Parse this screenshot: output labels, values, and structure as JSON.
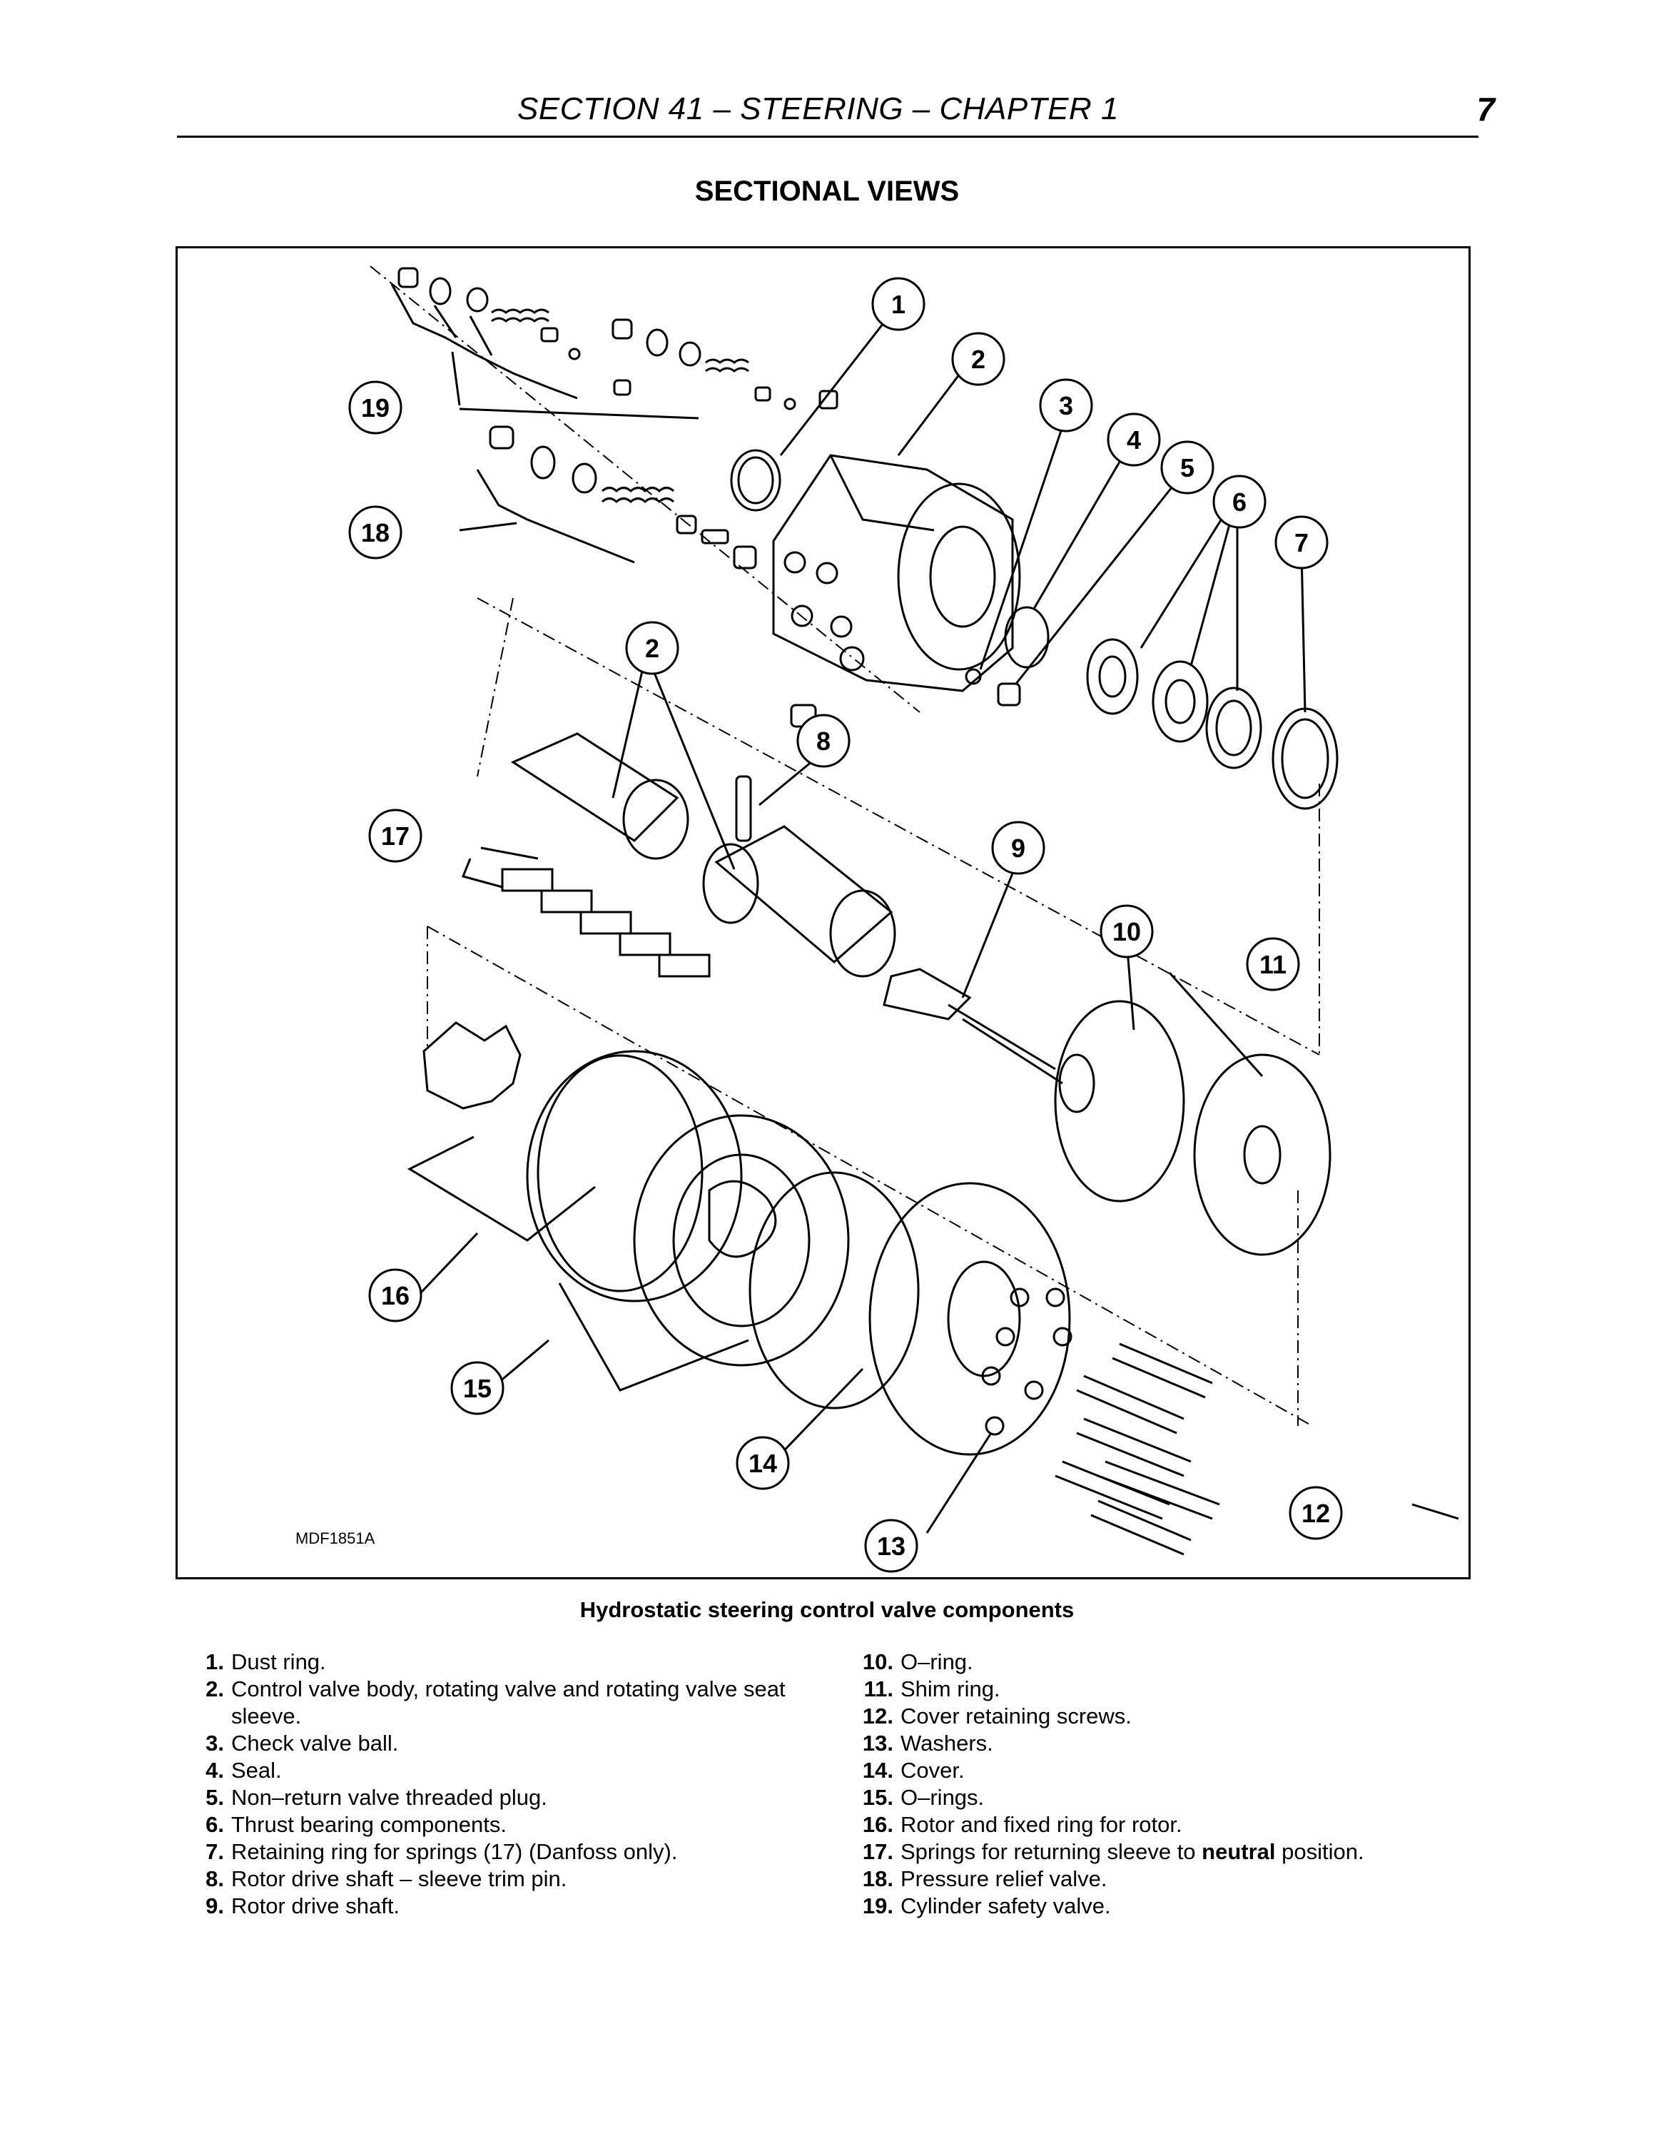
{
  "header": {
    "title": "SECTION 41 – STEERING – CHAPTER 1",
    "page_number": "7"
  },
  "section_heading": "SECTIONAL VIEWS",
  "figure": {
    "id": "MDF1851A",
    "caption": "Hydrostatic steering control valve components",
    "callouts": [
      "1",
      "2",
      "3",
      "4",
      "5",
      "6",
      "7",
      "2",
      "8",
      "9",
      "10",
      "11",
      "12",
      "13",
      "14",
      "15",
      "16",
      "17",
      "18",
      "19"
    ]
  },
  "legend": {
    "left": [
      {
        "num": "1.",
        "text": "Dust ring."
      },
      {
        "num": "2.",
        "text": "Control valve body, rotating valve and rotating valve seat sleeve."
      },
      {
        "num": "3.",
        "text": "Check valve ball."
      },
      {
        "num": "4.",
        "text": "Seal."
      },
      {
        "num": "5.",
        "text": "Non–return valve threaded plug."
      },
      {
        "num": "6.",
        "text": "Thrust bearing components."
      },
      {
        "num": "7.",
        "text": "Retaining ring for springs (17) (Danfoss only)."
      },
      {
        "num": "8.",
        "text": "Rotor drive shaft – sleeve trim pin."
      },
      {
        "num": "9.",
        "text": "Rotor drive shaft."
      }
    ],
    "right": [
      {
        "num": "10.",
        "text": "O–ring."
      },
      {
        "num": "11.",
        "text": "Shim ring."
      },
      {
        "num": "12.",
        "text": "Cover retaining screws."
      },
      {
        "num": "13.",
        "text": "Washers."
      },
      {
        "num": "14.",
        "text": "Cover."
      },
      {
        "num": "15.",
        "text": "O–rings."
      },
      {
        "num": "16.",
        "text": "Rotor and fixed ring for rotor."
      },
      {
        "num": "17.",
        "text_before": "Springs for returning sleeve to ",
        "text_bold": "neutral",
        "text_after": " position."
      },
      {
        "num": "18.",
        "text": "Pressure relief valve."
      },
      {
        "num": "19.",
        "text": "Cylinder safety valve."
      }
    ]
  }
}
